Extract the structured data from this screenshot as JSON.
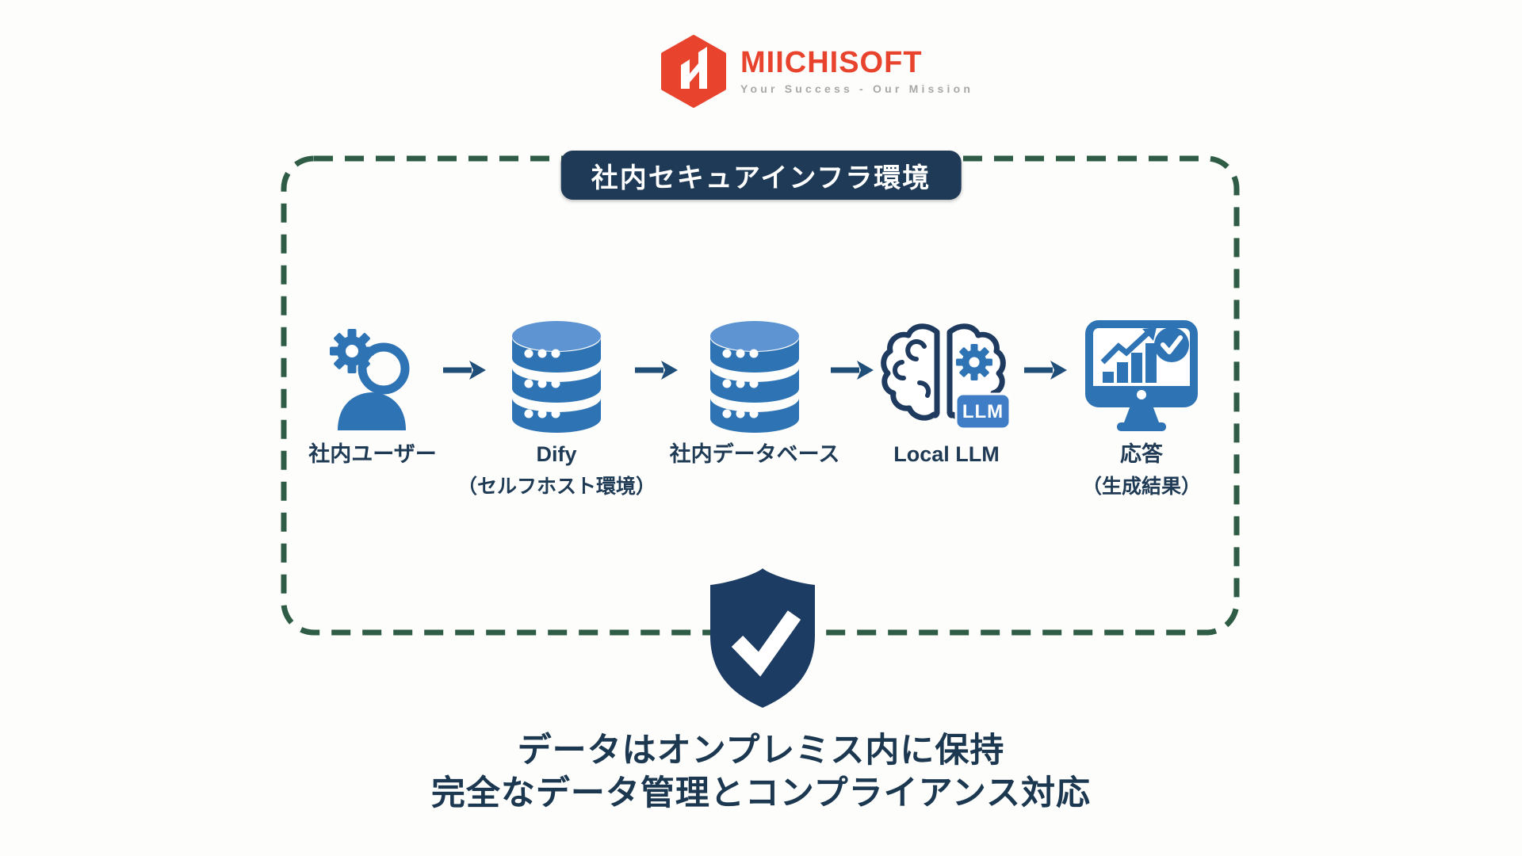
{
  "logo": {
    "brand": "MIICHISOFT",
    "tagline": "Your Success - Our Mission"
  },
  "secure_zone": {
    "title": "社内セキュアインフラ環境"
  },
  "flow": {
    "nodes": [
      {
        "label": "社内ユーザー",
        "sublabel": "",
        "icon": "user-gear-icon"
      },
      {
        "label": "Dify",
        "sublabel": "（セルフホスト環境）",
        "icon": "database-icon"
      },
      {
        "label": "社内データベース",
        "sublabel": "",
        "icon": "database-icon"
      },
      {
        "label": "Local LLM",
        "sublabel": "",
        "icon": "brain-llm-icon"
      },
      {
        "label": "応答",
        "sublabel": "（生成結果）",
        "icon": "monitor-check-icon"
      }
    ],
    "llm_badge": "LLM"
  },
  "footer": {
    "line1": "データはオンプレミス内に保持",
    "line2": "完全なデータ管理とコンプライアンス対応"
  },
  "colors": {
    "brand_red": "#E8432D",
    "title_navy": "#1E3A56",
    "icon_blue": "#2E74B5",
    "db_top_blue": "#5E94D2",
    "border_green": "#2E5C44",
    "shield_navy": "#1D3C63",
    "text_navy": "#1C3850"
  }
}
